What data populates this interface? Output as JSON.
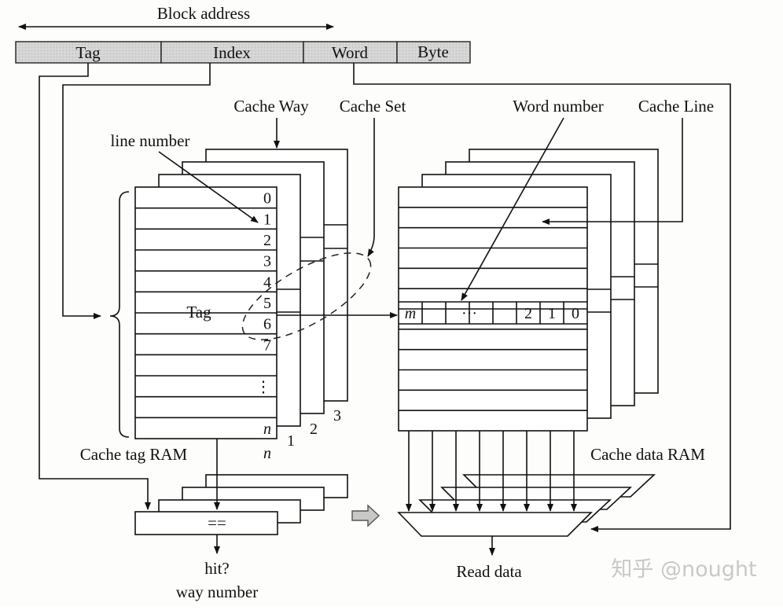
{
  "address": {
    "title": "Block address",
    "fields": [
      "Tag",
      "Index",
      "Word",
      "Byte"
    ]
  },
  "labels": {
    "cache_way": "Cache Way",
    "cache_set": "Cache Set",
    "line_number": "line number",
    "word_number": "Word number",
    "cache_line": "Cache Line",
    "tag_ram": "Cache tag RAM",
    "data_ram": "Cache data RAM",
    "tag_in_row": "Tag",
    "compare": "==",
    "hit": "hit?",
    "way_number": "way number",
    "read_data": "Read data"
  },
  "tag_ram": {
    "row_labels": [
      "0",
      "1",
      "2",
      "3",
      "4",
      "5",
      "6",
      "7",
      "⋮",
      "",
      "n"
    ],
    "below_label": "n",
    "way_labels": [
      "1",
      "2",
      "3"
    ]
  },
  "data_line": {
    "cells": [
      "m",
      "",
      "···",
      "",
      "2",
      "1",
      "0"
    ]
  },
  "watermark": "知乎 @nought"
}
